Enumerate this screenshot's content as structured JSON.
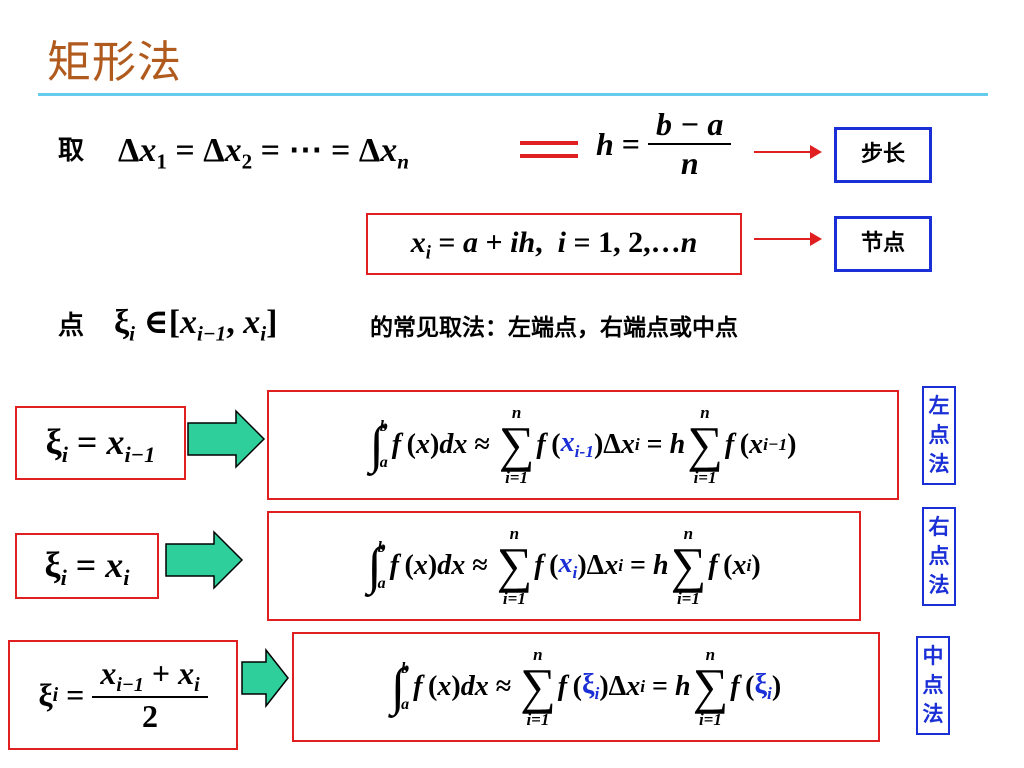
{
  "title": "矩形法",
  "row1": {
    "take_label": "取",
    "step_tag": "步长",
    "node_tag": "节点"
  },
  "row2": {
    "point_label": "点",
    "methods_text": "的常见取法：左端点，右端点或中点"
  },
  "side_tags": {
    "left": [
      "左",
      "点",
      "法"
    ],
    "right": [
      "右",
      "点",
      "法"
    ],
    "mid": [
      "中",
      "点",
      "法"
    ]
  },
  "colors": {
    "title": "#b05a1e",
    "rule": "#66ccee",
    "red": "#e02020",
    "blue": "#1a2fd6",
    "arrow_fill": "#2ecf9a"
  }
}
